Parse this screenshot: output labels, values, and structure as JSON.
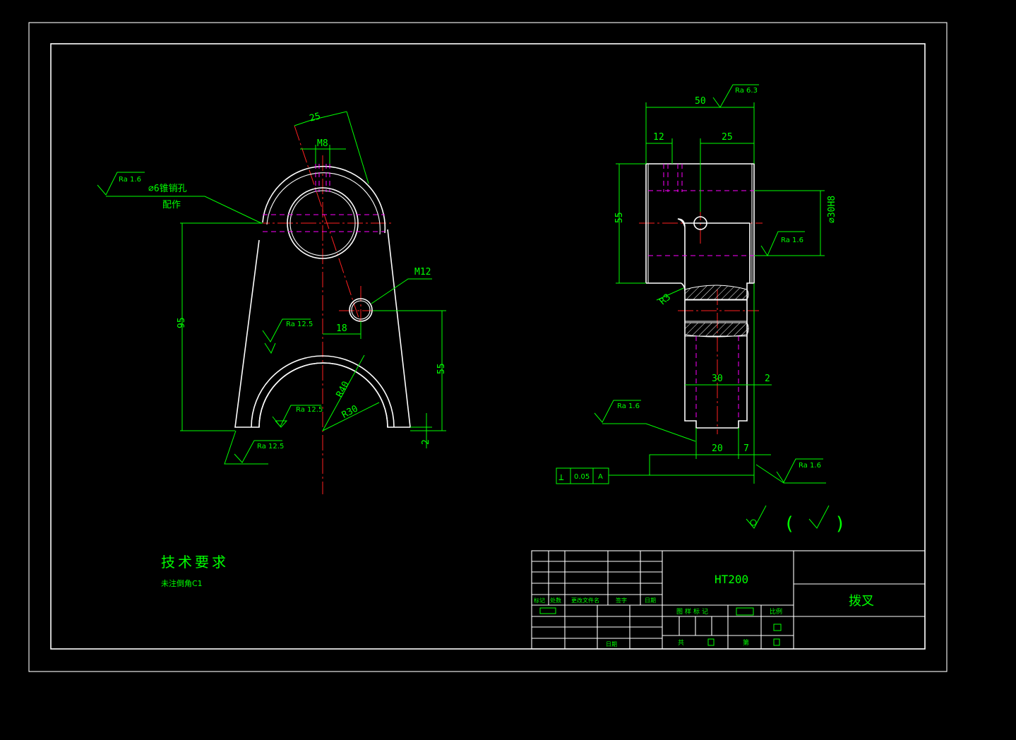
{
  "front_view": {
    "dims": {
      "top_width": "25",
      "thread_top": "M8",
      "height_95": "95",
      "thread_side": "M12",
      "offset_18": "18",
      "height_55": "55",
      "step_2": "2",
      "radius_40": "R40",
      "radius_30": "R30"
    },
    "pin_note": {
      "line1": "⌀6锥销孔",
      "line2": "配作"
    },
    "roughness": {
      "pin": "Ra 1.6",
      "upper": "Ra 12.5",
      "arch": "Ra 12.5",
      "base": "Ra 12.5"
    }
  },
  "side_view": {
    "dims": {
      "width_50": "50",
      "left_12": "12",
      "right_25": "25",
      "height_55": "55",
      "bore": "⌀30H8",
      "radius_3": "R3",
      "shaft_30": "30",
      "step_2": "2",
      "bottom_20": "20",
      "bottom_7": "7"
    },
    "roughness": {
      "top": "Ra 6.3",
      "bore": "Ra 1.6",
      "bottom_left": "Ra 1.6",
      "bottom_right": "Ra 1.6"
    },
    "tolerance": {
      "symbol": "⊥",
      "value": "0.05",
      "datum": "A"
    }
  },
  "general_roughness": {
    "paren_open": "(",
    "paren_close": ")"
  },
  "tech_requirements": {
    "title": "技术要求",
    "note": "未注倒角C1"
  },
  "title_block": {
    "material": "HT200",
    "part_name": "拨叉",
    "rev_headers": [
      "标记",
      "处数",
      "更改文件名",
      "签字",
      "日期"
    ],
    "date_label": "日期",
    "stage_label": "图样标记",
    "ratio_label": "比例",
    "total_label": "共",
    "sheet_label": "第"
  },
  "colors": {
    "geometry": "#ffffff",
    "annotation": "#00ff00",
    "centerline": "#ff2020",
    "hidden": "#ff00ff",
    "background": "#000000"
  }
}
